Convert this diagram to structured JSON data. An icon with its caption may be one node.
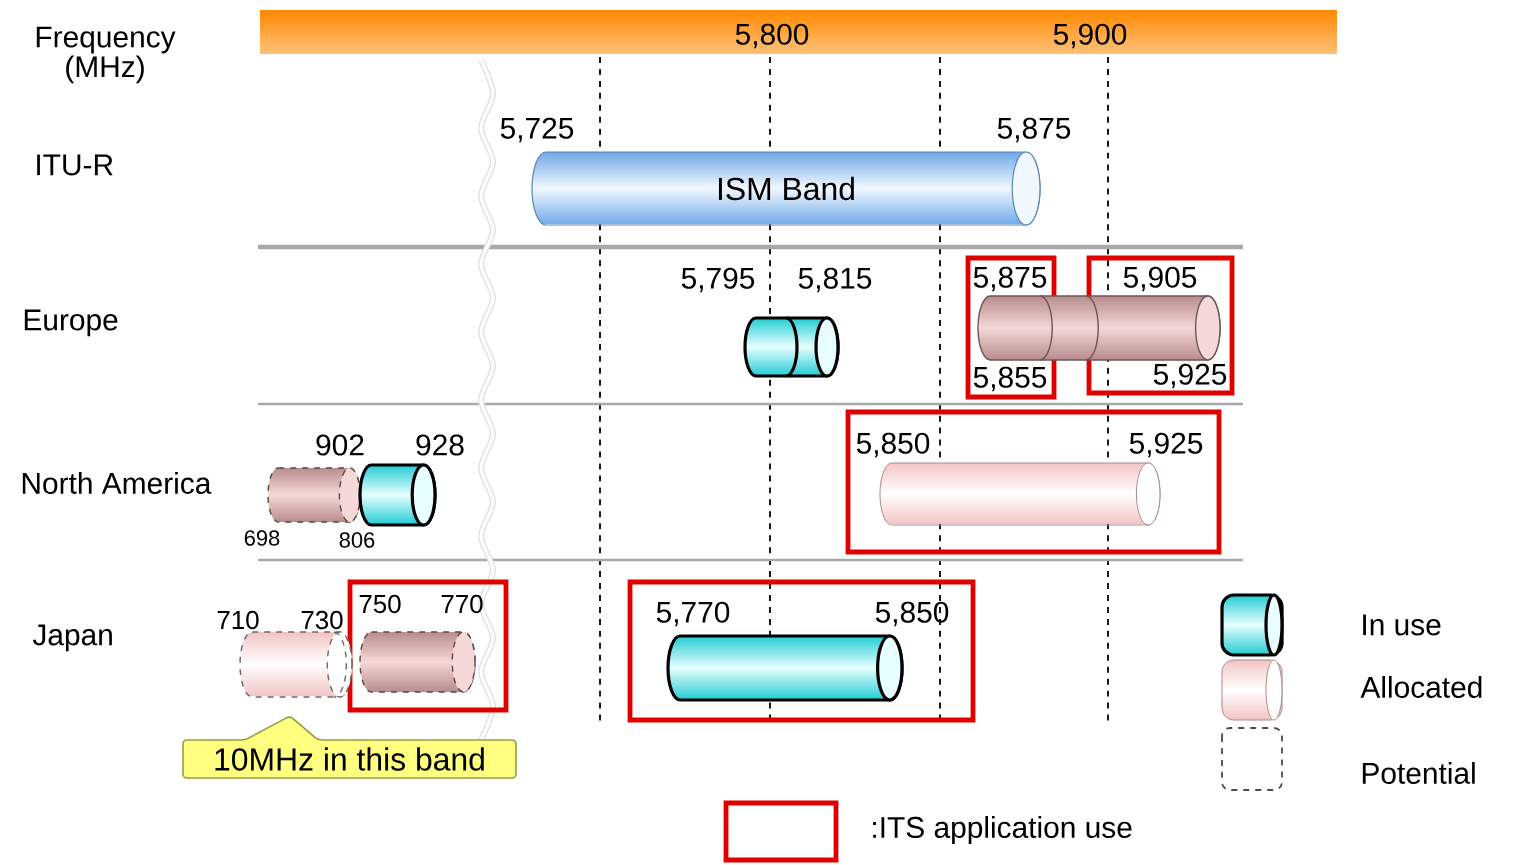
{
  "diagram": {
    "nodes": [
      {
        "text": [
          "ISM Band"
        ]
      },
      {
        "text": [],
        "shape": "cylinder"
      },
      {
        "text": [],
        "shape": "cylinder"
      },
      {
        "text": [],
        "shape": "cylinder"
      },
      {
        "text": [],
        "shape": "cylinder"
      },
      {
        "text": [],
        "shape": "cylinder"
      },
      {
        "text": [],
        "shape": "cylinder"
      },
      {
        "text": [],
        "shape": "cylinder"
      },
      {
        "text": [],
        "shape": "cylinder"
      },
      {
        "text": [
          "10MHz in this band"
        ]
      }
    ],
    "labels": [
      "Frequency (MHz)",
      "5,800",
      "5,900",
      "ITU-R",
      "5,725",
      "5,875",
      "Europe",
      "5,795",
      "5,815",
      "5,875",
      "5,905",
      "5,855",
      "5,925",
      "North America",
      "902",
      "928",
      "5,850",
      "5,925",
      "698",
      "806",
      "Japan",
      "710",
      "730",
      "750",
      "770",
      "5,770",
      "5,850"
    ],
    "legend": [
      {
        "text": "In use"
      },
      {
        "text": "Allocated"
      },
      {
        "text": "Potential"
      },
      {
        "text": ":ITS application use"
      }
    ]
  }
}
